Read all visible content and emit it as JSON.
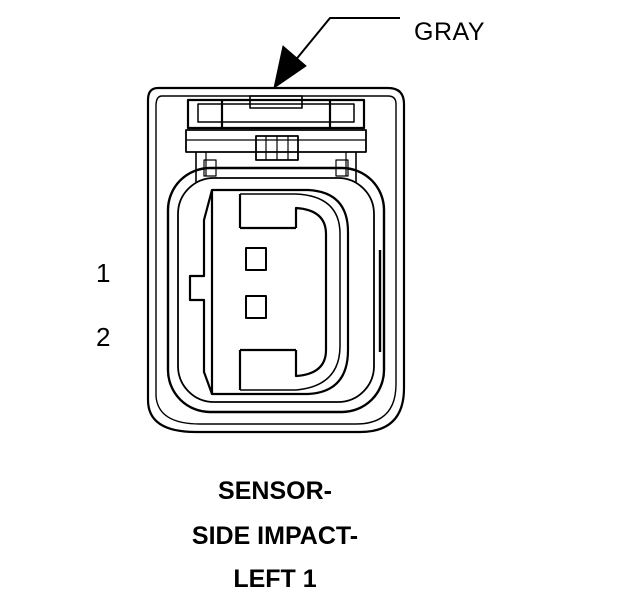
{
  "callout": {
    "label": "GRAY"
  },
  "pins": [
    {
      "label": "1"
    },
    {
      "label": "2"
    }
  ],
  "caption": {
    "line1": "SENSOR-",
    "line2": "SIDE IMPACT-",
    "line3": "LEFT 1"
  },
  "colors": {
    "ink": "#000000",
    "background": "#ffffff"
  }
}
